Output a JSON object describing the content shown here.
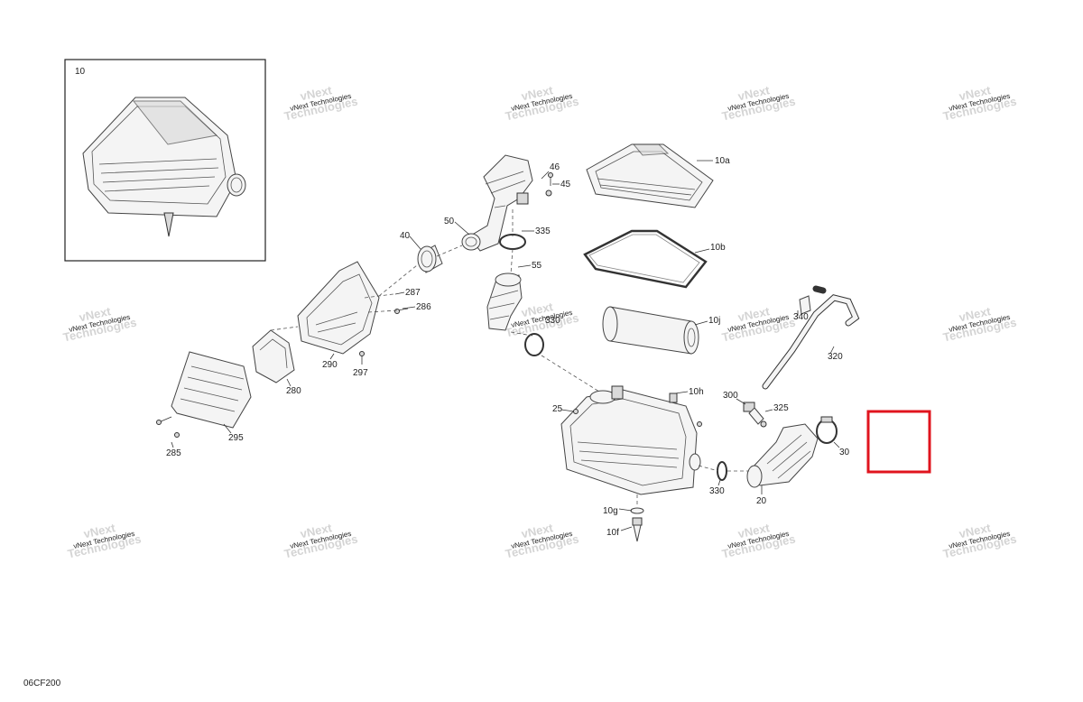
{
  "drawing_code": "06CF200",
  "inset_label": "10",
  "watermark": {
    "line1": "vNext Technologies",
    "line2": "Technologies",
    "brand": "vNext"
  },
  "parts": [
    {
      "id": "p10a",
      "label": "10a"
    },
    {
      "id": "p10b",
      "label": "10b"
    },
    {
      "id": "p10j",
      "label": "10j"
    },
    {
      "id": "p10h",
      "label": "10h"
    },
    {
      "id": "p10g",
      "label": "10g"
    },
    {
      "id": "p10f",
      "label": "10f"
    },
    {
      "id": "p20",
      "label": "20"
    },
    {
      "id": "p25",
      "label": "25"
    },
    {
      "id": "p30",
      "label": "30"
    },
    {
      "id": "p40",
      "label": "40"
    },
    {
      "id": "p45",
      "label": "45"
    },
    {
      "id": "p46",
      "label": "46"
    },
    {
      "id": "p50",
      "label": "50"
    },
    {
      "id": "p55",
      "label": "55"
    },
    {
      "id": "p280",
      "label": "280"
    },
    {
      "id": "p285",
      "label": "285"
    },
    {
      "id": "p286",
      "label": "286"
    },
    {
      "id": "p287",
      "label": "287"
    },
    {
      "id": "p290",
      "label": "290"
    },
    {
      "id": "p295",
      "label": "295"
    },
    {
      "id": "p297",
      "label": "297"
    },
    {
      "id": "p300",
      "label": "300"
    },
    {
      "id": "p320",
      "label": "320"
    },
    {
      "id": "p325",
      "label": "325"
    },
    {
      "id": "p330a",
      "label": "330"
    },
    {
      "id": "p330b",
      "label": "330"
    },
    {
      "id": "p335",
      "label": "335"
    },
    {
      "id": "p340",
      "label": "340"
    }
  ],
  "highlight_color": "#e0141e"
}
